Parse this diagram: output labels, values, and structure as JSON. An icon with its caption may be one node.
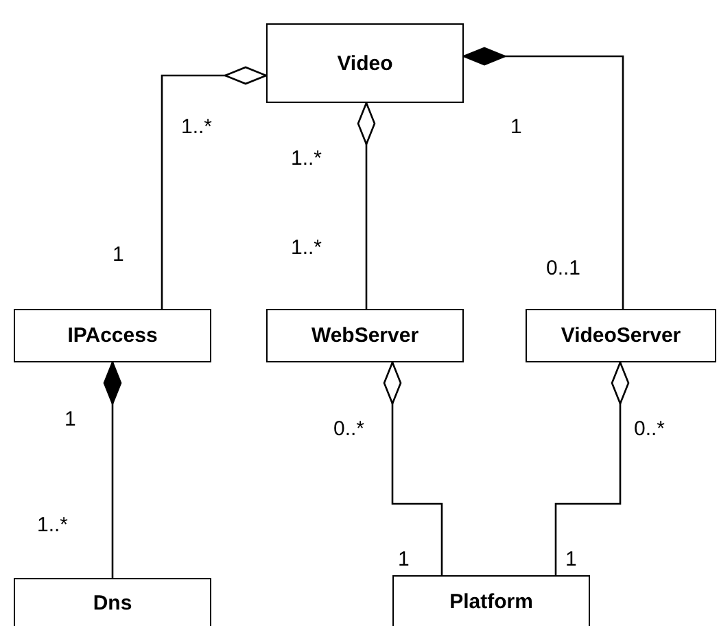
{
  "diagram": {
    "nodes": [
      {
        "text": [
          "Video"
        ]
      },
      {
        "text": [
          "IPAccess"
        ]
      },
      {
        "text": [
          "WebServer"
        ]
      },
      {
        "text": [
          "VideoServer"
        ]
      },
      {
        "text": [
          "Dns"
        ]
      },
      {
        "text": [
          "Platform"
        ]
      }
    ],
    "edges": [
      {
        "from": 0,
        "to": 1,
        "arrow": "other"
      },
      {
        "from": 0,
        "to": 2,
        "arrow": "other"
      },
      {
        "from": 0,
        "to": 3,
        "arrow": "other"
      },
      {
        "from": 1,
        "to": 4,
        "arrow": "other"
      },
      {
        "from": 2,
        "to": 5,
        "arrow": "other"
      },
      {
        "from": 3,
        "to": 5,
        "arrow": "other"
      }
    ],
    "labels": [
      "1..*",
      "1",
      "1..*",
      "1..*",
      "1",
      "0..1",
      "1",
      "0..*",
      "0..*",
      "1..*",
      "1",
      "1"
    ]
  }
}
